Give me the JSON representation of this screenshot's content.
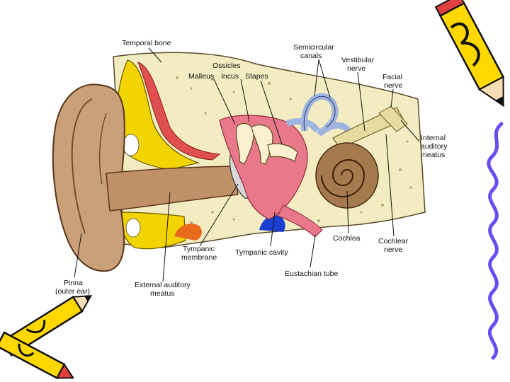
{
  "labels": {
    "temporal_bone": "Temporal bone",
    "ossicles": "Ossicles",
    "malleus": "Malleus",
    "incus": "Incus",
    "stapes": "Stapes",
    "semicircular_1": "Semicircular",
    "semicircular_2": "canals",
    "vestibular_1": "Vestibular",
    "vestibular_2": "nerve",
    "facial_1": "Facial",
    "facial_2": "nerve",
    "internal_1": "Internal",
    "internal_2": "auditory",
    "internal_3": "meatus",
    "cochlea": "Cochlea",
    "cochlear_nerve_1": "Cochlear",
    "cochlear_nerve_2": "nerve",
    "eustachian": "Eustachian tube",
    "tympanic_cavity": "Tympanic cavity",
    "tympanic_membrane_1": "Tympanic",
    "tympanic_membrane_2": "membrane",
    "external_1": "External auditory",
    "external_2": "meatus",
    "pinna_1": "Pinna",
    "pinna_2": "(outer ear)"
  },
  "colors": {
    "skin": "#c9a07a",
    "skin_dark": "#8a5a38",
    "bone": "#f3ecc2",
    "bone_yellow": "#f2d400",
    "muscle_red": "#e05050",
    "cavity_pink": "#e8788a",
    "cochlea_brown": "#a57a4e",
    "canal_blue": "#9fb4e0",
    "nerve_cream": "#e6dca0",
    "blue_dark": "#1a3fd0",
    "orange": "#e86a1a",
    "pencil_yellow": "#ffd800",
    "squiggle_purple": "#6a4cf0"
  },
  "icons": [
    "pencil-icon",
    "crayon-icon",
    "squiggle-border"
  ]
}
